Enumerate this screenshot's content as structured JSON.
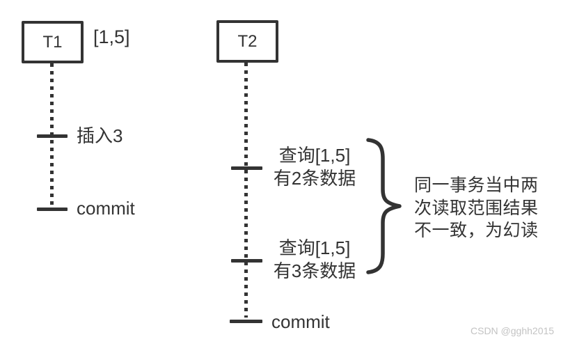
{
  "diagram": {
    "t1": {
      "title": "T1",
      "range_label": "[1,5]",
      "events": [
        {
          "label": "插入3"
        },
        {
          "label": "commit"
        }
      ]
    },
    "t2": {
      "title": "T2",
      "events": [
        {
          "line1": "查询[1,5]",
          "line2": "有2条数据"
        },
        {
          "line1": "查询[1,5]",
          "line2": "有3条数据"
        },
        {
          "label": "commit"
        }
      ]
    },
    "annotation": {
      "lines": [
        "同一事务当中两",
        "次读取范围结果",
        "不一致，为幻读"
      ]
    },
    "watermark": "CSDN @gghh2015",
    "colors": {
      "line": "#333333",
      "text": "#333333",
      "watermark": "#c3c3c3",
      "background": "#ffffff"
    }
  }
}
